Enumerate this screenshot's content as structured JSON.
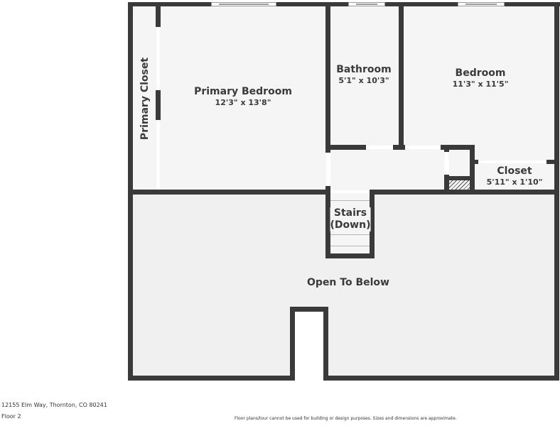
{
  "floorplan": {
    "floor_label": "Floor 2",
    "address": "12155 Elm Way, Thornton, CO 80241",
    "disclaimer": "Floor plans/tour cannot be used for building or design purposes. Sizes and dimensions are approximate.",
    "wall_color": "#3a3a3a",
    "floor_color": "#f5f5f5",
    "rooms": [
      {
        "id": "primary-closet",
        "name": "Primary Closet",
        "dimensions": ""
      },
      {
        "id": "primary-bedroom",
        "name": "Primary Bedroom",
        "dimensions": "12'3\" x 13'8\""
      },
      {
        "id": "bathroom",
        "name": "Bathroom",
        "dimensions": "5'1\" x 10'3\""
      },
      {
        "id": "bedroom",
        "name": "Bedroom",
        "dimensions": "11'3\" x 11'5\""
      },
      {
        "id": "closet",
        "name": "Closet",
        "dimensions": "5'11\" x 1'10\""
      },
      {
        "id": "stairs",
        "name": "Stairs",
        "sub": "(Down)"
      },
      {
        "id": "open-to-below",
        "name": "Open To Below",
        "dimensions": ""
      }
    ]
  }
}
